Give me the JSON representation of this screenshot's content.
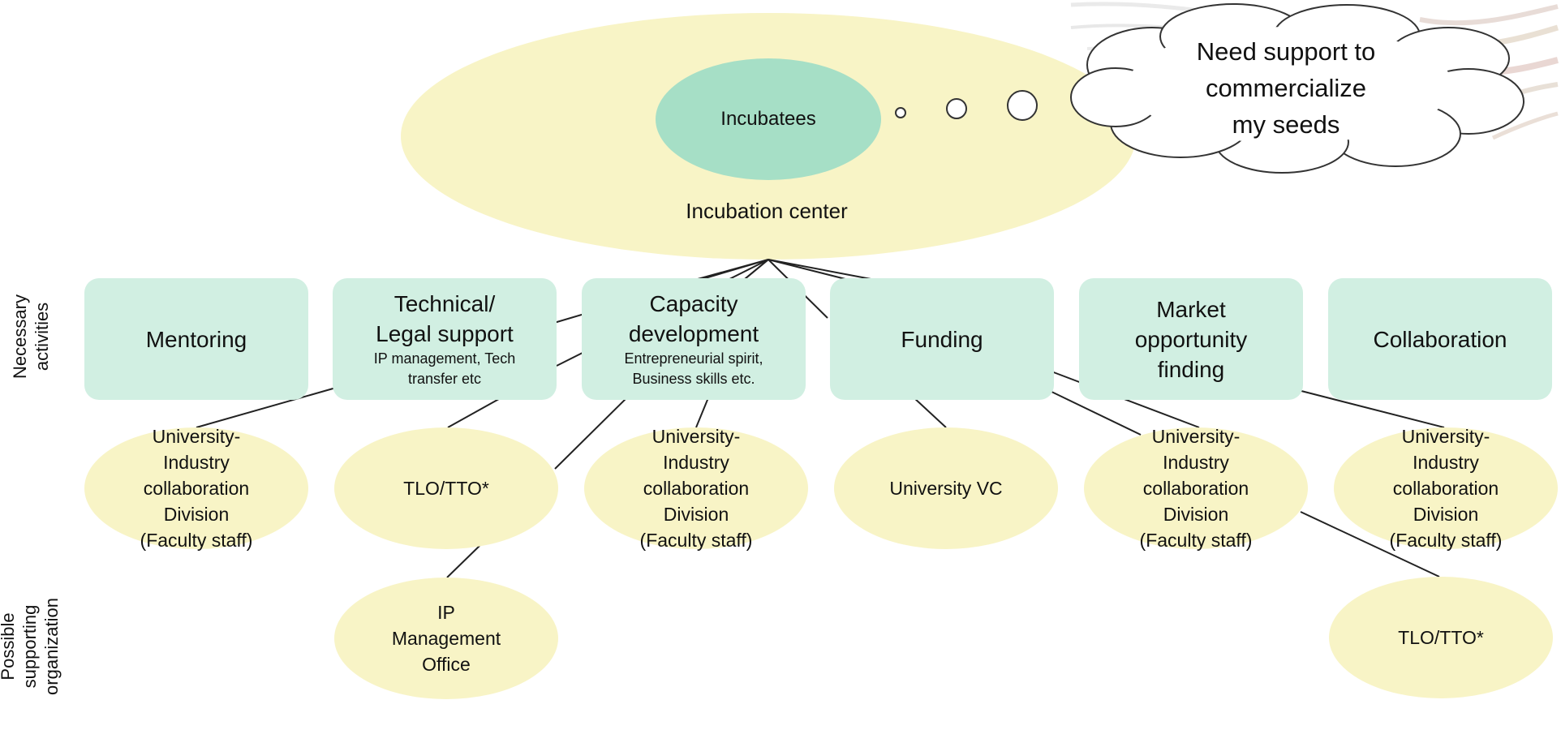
{
  "diagram": {
    "incubatees": "Incubatees",
    "incubation_center": "Incubation center",
    "thought": "Need support to\ncommercialize\nmy seeds",
    "side_labels": {
      "necessary": "Necessary\nactivities",
      "possible": "Possible supporting\norganization"
    },
    "activities": [
      {
        "title": "Mentoring",
        "subtitle": ""
      },
      {
        "title": "Technical/\nLegal support",
        "subtitle": "IP management, Tech\ntransfer etc"
      },
      {
        "title": "Capacity\ndevelopment",
        "subtitle": "Entrepreneurial spirit,\nBusiness skills etc."
      },
      {
        "title": "Funding",
        "subtitle": ""
      },
      {
        "title": "Market\nopportunity\nfinding",
        "subtitle": ""
      },
      {
        "title": "Collaboration",
        "subtitle": ""
      }
    ],
    "organizations": [
      {
        "label": "University-\nIndustry\ncollaboration\nDivision\n(Faculty staff)"
      },
      {
        "label": "TLO/TTO*"
      },
      {
        "label": "IP\nManagement\nOffice"
      },
      {
        "label": "University-\nIndustry\ncollaboration\nDivision\n(Faculty staff)"
      },
      {
        "label": "University VC"
      },
      {
        "label": "University-\nIndustry\ncollaboration\nDivision\n(Faculty staff)"
      },
      {
        "label": "University-\nIndustry\ncollaboration\nDivision\n(Faculty staff)"
      },
      {
        "label": "TLO/TTO*"
      }
    ],
    "colors": {
      "incubation_fill": "#f8f4c6",
      "incubatees_fill": "#a6dfc6",
      "activity_fill": "#d1efe2",
      "org_fill": "#f8f4c6",
      "line": "#222222"
    }
  }
}
